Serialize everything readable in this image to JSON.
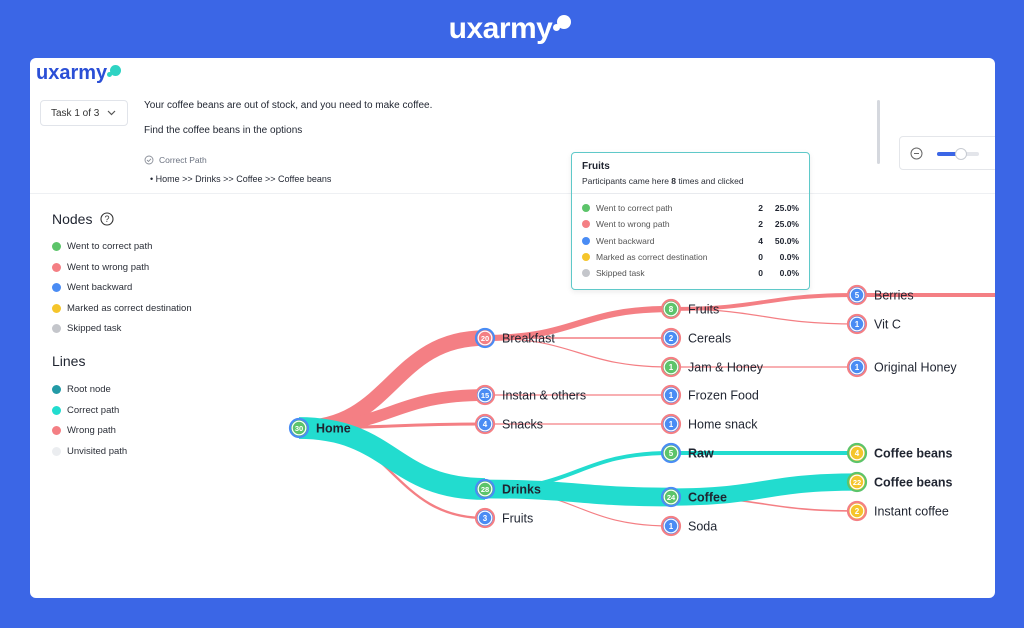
{
  "brand": {
    "name": "uxarmy"
  },
  "task": {
    "selector_label": "Task 1 of 3",
    "scenario": "Your coffee beans are out of stock, and you need to make coffee.",
    "instruction": "Find the coffee beans in the options",
    "correct_path_label": "Correct Path",
    "correct_path": "Home >> Drinks >> Coffee >> Coffee beans"
  },
  "legend": {
    "nodes_title": "Nodes",
    "nodes": [
      {
        "label": "Went to correct path",
        "color": "#5cc46a"
      },
      {
        "label": "Went to wrong path",
        "color": "#f47f84"
      },
      {
        "label": "Went backward",
        "color": "#4a8cf4"
      },
      {
        "label": "Marked as correct destination",
        "color": "#f5c52b"
      },
      {
        "label": "Skipped task",
        "color": "#c4c6cb"
      }
    ],
    "lines_title": "Lines",
    "lines": [
      {
        "label": "Root node",
        "color": "#239aa6"
      },
      {
        "label": "Correct path",
        "color": "#22dccf"
      },
      {
        "label": "Wrong path",
        "color": "#f47f84"
      },
      {
        "label": "Unvisited path",
        "color": "#ebedf0"
      }
    ]
  },
  "tooltip": {
    "title": "Fruits",
    "subtitle_prefix": "Participants came here ",
    "subtitle_count": "8",
    "subtitle_suffix": " times and clicked",
    "rows": [
      {
        "label": "Went to correct path",
        "count": "2",
        "pct": "25.0%",
        "color": "#5cc46a"
      },
      {
        "label": "Went to wrong path",
        "count": "2",
        "pct": "25.0%",
        "color": "#f47f84"
      },
      {
        "label": "Went backward",
        "count": "4",
        "pct": "50.0%",
        "color": "#4a8cf4"
      },
      {
        "label": "Marked as correct destination",
        "count": "0",
        "pct": "0.0%",
        "color": "#f5c52b"
      },
      {
        "label": "Skipped task",
        "count": "0",
        "pct": "0.0%",
        "color": "#c4c6cb"
      }
    ]
  },
  "tree": {
    "nodes": [
      {
        "id": "home",
        "label": "Home",
        "count": "30",
        "bold": true,
        "ring": "#4a8cf4",
        "fill": "#5cc46a"
      },
      {
        "id": "breakfast",
        "label": "Breakfast",
        "count": "20",
        "ring": "#4a8cf4",
        "fill": "#f47f84"
      },
      {
        "id": "instan",
        "label": "Instan & others",
        "count": "15",
        "ring": "#f47f84",
        "fill": "#4a8cf4"
      },
      {
        "id": "snacks",
        "label": "Snacks",
        "count": "4",
        "ring": "#f47f84",
        "fill": "#4a8cf4"
      },
      {
        "id": "drinks",
        "label": "Drinks",
        "count": "28",
        "bold": true,
        "ring": "#4a8cf4",
        "fill": "#5cc46a"
      },
      {
        "id": "fruits2",
        "label": "Fruits",
        "count": "3",
        "ring": "#f47f84",
        "fill": "#4a8cf4"
      },
      {
        "id": "fruits",
        "label": "Fruits",
        "count": "8",
        "ring": "#f47f84",
        "fill": "#5cc46a"
      },
      {
        "id": "cereals",
        "label": "Cereals",
        "count": "2",
        "ring": "#f47f84",
        "fill": "#4a8cf4"
      },
      {
        "id": "jam",
        "label": "Jam & Honey",
        "count": "1",
        "ring": "#f47f84",
        "fill": "#5cc46a"
      },
      {
        "id": "frozen",
        "label": "Frozen Food",
        "count": "1",
        "ring": "#f47f84",
        "fill": "#4a8cf4"
      },
      {
        "id": "homesnack",
        "label": "Home snack",
        "count": "1",
        "ring": "#f47f84",
        "fill": "#4a8cf4"
      },
      {
        "id": "raw",
        "label": "Raw",
        "count": "5",
        "bold": true,
        "ring": "#4a8cf4",
        "fill": "#5cc46a"
      },
      {
        "id": "coffee",
        "label": "Coffee",
        "count": "24",
        "bold": true,
        "ring": "#4a8cf4",
        "fill": "#5cc46a"
      },
      {
        "id": "soda",
        "label": "Soda",
        "count": "1",
        "ring": "#f47f84",
        "fill": "#4a8cf4"
      },
      {
        "id": "berries",
        "label": "Berries",
        "count": "5",
        "ring": "#f47f84",
        "fill": "#4a8cf4"
      },
      {
        "id": "vitc",
        "label": "Vit C",
        "count": "1",
        "ring": "#f47f84",
        "fill": "#4a8cf4"
      },
      {
        "id": "orighoney",
        "label": "Original Honey",
        "count": "1",
        "ring": "#f47f84",
        "fill": "#4a8cf4"
      },
      {
        "id": "beans1",
        "label": "Coffee beans",
        "count": "4",
        "bold": true,
        "ring": "#5cc46a",
        "fill": "#f5c52b"
      },
      {
        "id": "beans2",
        "label": "Coffee beans",
        "count": "22",
        "bold": true,
        "ring": "#5cc46a",
        "fill": "#f5c52b"
      },
      {
        "id": "instant",
        "label": "Instant coffee",
        "count": "2",
        "ring": "#f47f84",
        "fill": "#f5c52b"
      }
    ],
    "links": [
      {
        "from": "home",
        "to": "breakfast",
        "type": "wrong",
        "weight": 20
      },
      {
        "from": "home",
        "to": "instan",
        "type": "wrong",
        "weight": 15
      },
      {
        "from": "home",
        "to": "snacks",
        "type": "wrong",
        "weight": 4
      },
      {
        "from": "home",
        "to": "drinks",
        "type": "correct",
        "weight": 28
      },
      {
        "from": "home",
        "to": "fruits2",
        "type": "wrong",
        "weight": 3
      },
      {
        "from": "breakfast",
        "to": "fruits",
        "type": "wrong",
        "weight": 8
      },
      {
        "from": "breakfast",
        "to": "cereals",
        "type": "wrong",
        "weight": 2
      },
      {
        "from": "breakfast",
        "to": "jam",
        "type": "wrong",
        "weight": 1
      },
      {
        "from": "instan",
        "to": "frozen",
        "type": "wrong",
        "weight": 1
      },
      {
        "from": "snacks",
        "to": "homesnack",
        "type": "wrong",
        "weight": 1
      },
      {
        "from": "drinks",
        "to": "raw",
        "type": "correct",
        "weight": 5
      },
      {
        "from": "drinks",
        "to": "coffee",
        "type": "correct",
        "weight": 24
      },
      {
        "from": "drinks",
        "to": "soda",
        "type": "wrong",
        "weight": 1
      },
      {
        "from": "fruits",
        "to": "berries",
        "type": "wrong",
        "weight": 5
      },
      {
        "from": "fruits",
        "to": "vitc",
        "type": "wrong",
        "weight": 1
      },
      {
        "from": "berries",
        "to": "offscreen",
        "type": "wrong",
        "weight": 5
      },
      {
        "from": "jam",
        "to": "orighoney",
        "type": "wrong",
        "weight": 1
      },
      {
        "from": "raw",
        "to": "beans1",
        "type": "correct",
        "weight": 5
      },
      {
        "from": "coffee",
        "to": "beans2",
        "type": "correct",
        "weight": 22
      },
      {
        "from": "coffee",
        "to": "instant",
        "type": "wrong",
        "weight": 2
      }
    ]
  },
  "colors": {
    "correct_line": "#22dccf",
    "wrong_line": "#f47f84",
    "brand_blue": "#3b66e6"
  }
}
